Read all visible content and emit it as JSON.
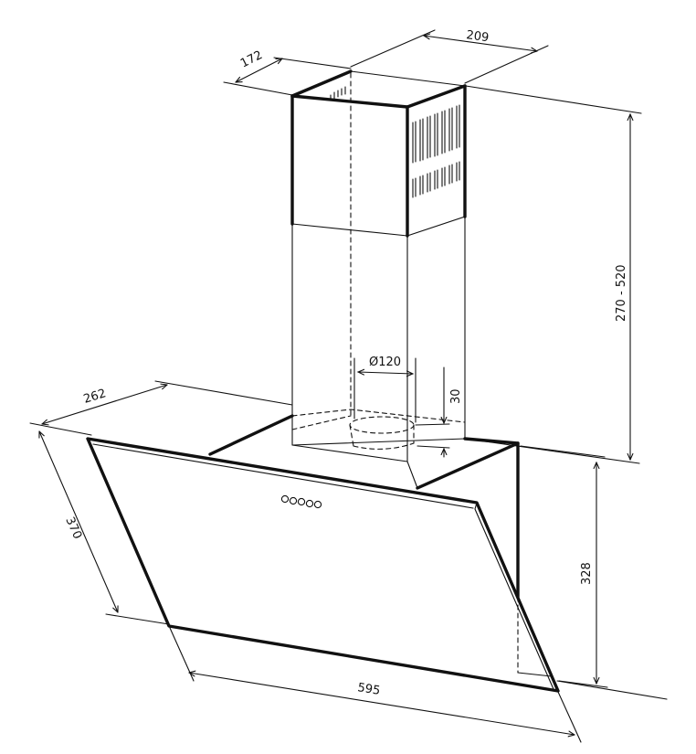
{
  "dimensions": {
    "chimney_depth": "172",
    "chimney_width": "209",
    "chimney_height": "270 - 520",
    "duct_diameter": "Ø120",
    "duct_offset": "30",
    "hood_depth": "262",
    "glass_height": "370",
    "mount_height": "328",
    "hood_width": "595"
  },
  "colors": {
    "line": "#111111",
    "background": "#ffffff"
  },
  "icons": {
    "control_button": "circle-button-icon",
    "vent_slot": "vent-slot-icon"
  }
}
